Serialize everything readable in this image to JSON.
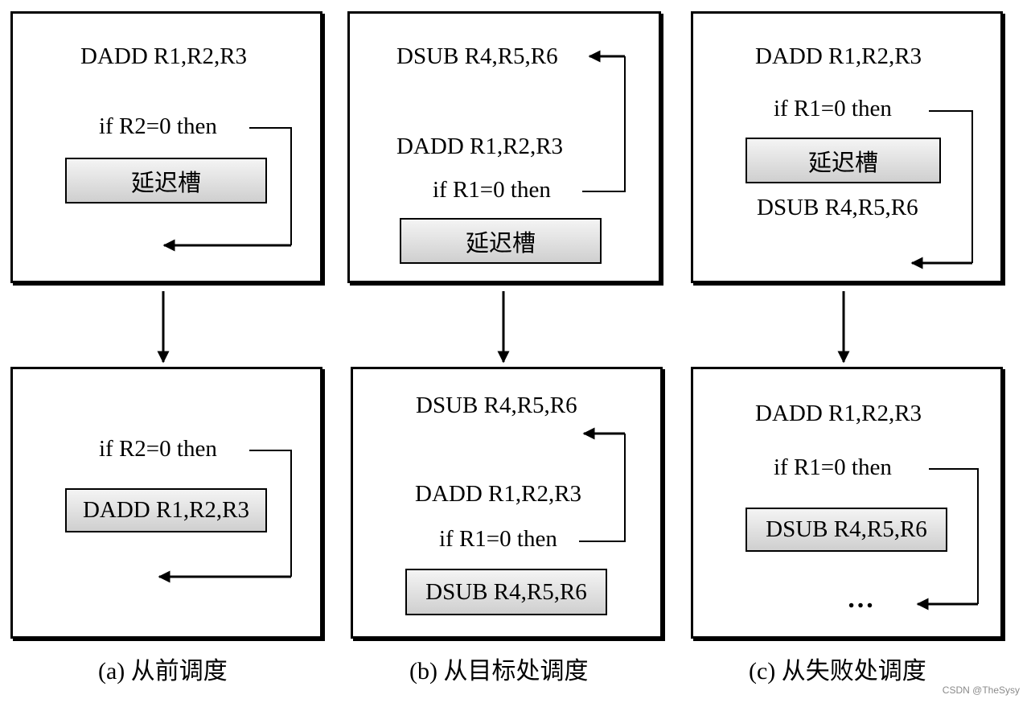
{
  "panels": {
    "a_top": {
      "line1": "DADD R1,R2,R3",
      "branch": "if R2=0 then",
      "slot": "延迟槽"
    },
    "a_bottom": {
      "branch": "if R2=0 then",
      "slot": "DADD R1,R2,R3"
    },
    "b_top": {
      "target": "DSUB R4,R5,R6",
      "line1": "DADD R1,R2,R3",
      "branch": "if R1=0 then",
      "slot": "延迟槽"
    },
    "b_bottom": {
      "target": "DSUB R4,R5,R6",
      "line1": "DADD R1,R2,R3",
      "branch": "if R1=0 then",
      "slot": "DSUB R4,R5,R6"
    },
    "c_top": {
      "line1": "DADD R1,R2,R3",
      "branch": "if R1=0 then",
      "slot": "延迟槽",
      "fallthrough": "DSUB R4,R5,R6"
    },
    "c_bottom": {
      "line1": "DADD R1,R2,R3",
      "branch": "if R1=0 then",
      "slot": "DSUB R4,R5,R6",
      "ellipsis": "…"
    }
  },
  "captions": {
    "a": "(a)  从前调度",
    "b": "(b)  从目标处调度",
    "c": "(c)  从失败处调度"
  },
  "watermark": "CSDN @TheSysy"
}
